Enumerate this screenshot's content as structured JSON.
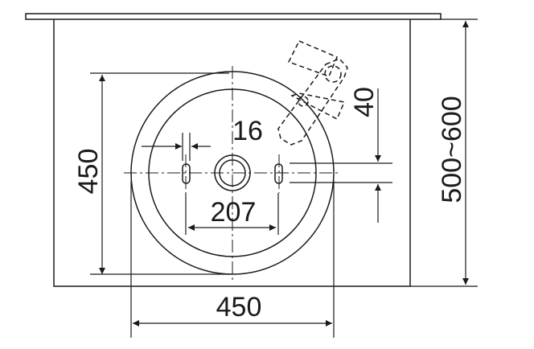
{
  "drawing": {
    "dimensions": {
      "bowl_diameter_horizontal": "450",
      "bowl_diameter_vertical": "450",
      "cabinet_depth": "500~600",
      "tap_hole_offset": "40",
      "slot_width": "16",
      "slot_spacing": "207"
    }
  }
}
